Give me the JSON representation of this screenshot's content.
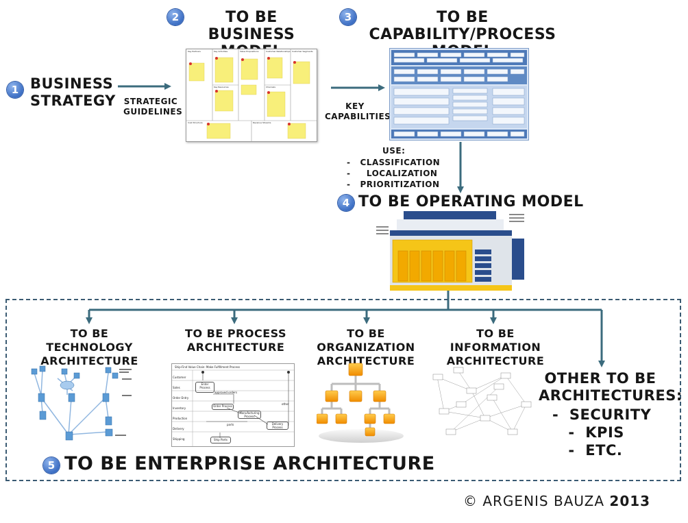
{
  "business_strategy": {
    "badge": "1",
    "title": "BUSINESS STRATEGY"
  },
  "strategic_guidelines": "STRATEGIC GUIDELINES",
  "business_model": {
    "badge": "2",
    "title": "TO BE BUSINESS MODEL",
    "columns": [
      "Key Partners",
      "Key Activities",
      "Value Propositions",
      "Customer Relationships",
      "Customer Segments"
    ],
    "key_resources": "Key Resources",
    "channels": "Channels",
    "cost_structure": "Cost Structure",
    "revenue_streams": "Revenue Streams"
  },
  "capability_model": {
    "badge": "3",
    "title": "TO BE CAPABILITY/PROCESS MODEL"
  },
  "key_capabilities": "KEY CAPABILITIES",
  "use_list": {
    "heading": "USE:",
    "items": [
      "CLASSIFICATION",
      "LOCALIZATION",
      "PRIORITIZATION"
    ]
  },
  "operating_model": {
    "badge": "4",
    "title": "TO BE OPERATING MODEL"
  },
  "architectures": [
    {
      "title": "TO BE TECHNOLOGY ARCHITECTURE"
    },
    {
      "title": "TO BE PROCESS ARCHITECTURE"
    },
    {
      "title": "TO BE ORGANIZATION ARCHITECTURE"
    },
    {
      "title": "TO BE INFORMATION ARCHITECTURE"
    }
  ],
  "process_diagram": {
    "header": "Ship-Find Value Chain: Make Fulfillment Process",
    "lanes": [
      "Customer",
      "Sales",
      "Order Entry",
      "Inventory",
      "Production",
      "Delivery",
      "Shipping"
    ],
    "boxes": [
      "Enter Process",
      "Order Process",
      "Manufacturing Process",
      "Delivery Process",
      "Ship Parts"
    ],
    "notes": [
      "approved orders",
      "parts",
      "other"
    ]
  },
  "other_architectures": {
    "title": "OTHER TO BE ARCHITECTURES:",
    "items": [
      "SECURITY",
      "KPIS",
      "ETC."
    ]
  },
  "enterprise_architecture": {
    "badge": "5",
    "title": "TO BE ENTERPRISE ARCHITECTURE"
  },
  "copyright": {
    "prefix": "© ARGENIS BAUZA",
    "year": "2013"
  },
  "colors": {
    "arrow": "#3b6b7d",
    "badge": "#3d6fc4",
    "dash": "#3a5a72",
    "sticky": "#f8ef7a",
    "org_box": "#f6a623",
    "ops_yellow": "#f5c518",
    "ops_blue": "#2a4d8c"
  }
}
